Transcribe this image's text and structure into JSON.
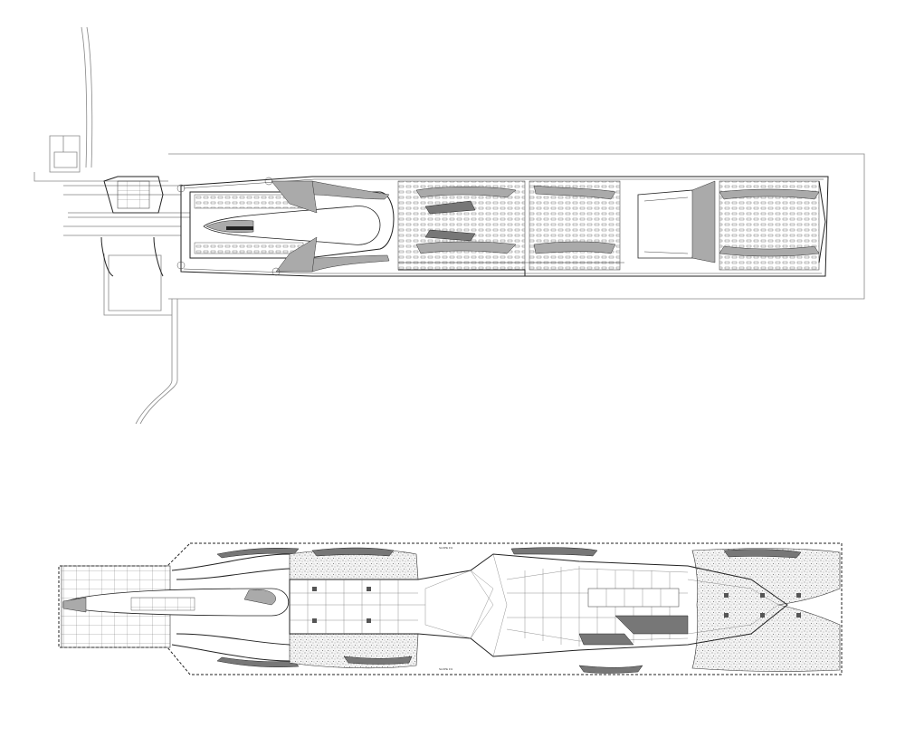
{
  "drawing": {
    "title": "",
    "plans": [
      {
        "id": "upper",
        "labels": []
      },
      {
        "id": "lower",
        "labels": [
          "SLOPE 1%",
          "SLOPE 1%"
        ]
      }
    ]
  },
  "colors": {
    "line": "#222222",
    "fill_grey": "#aaaaaa",
    "background": "#ffffff"
  }
}
